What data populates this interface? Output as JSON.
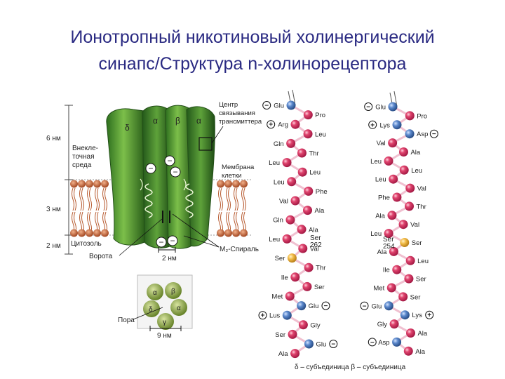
{
  "slide": {
    "title_line1": "Ионотропный никотиновый холинергический",
    "title_line2": "синапс/Структура n-холинорецептора"
  },
  "receptor_figure": {
    "scale_labels": [
      "6 нм",
      "3 нм",
      "2 нм"
    ],
    "region_labels": [
      "Внекле-",
      "точная",
      "среда",
      "Цитозоль",
      "Ворота"
    ],
    "right_labels": [
      "Центр",
      "связывания",
      "трансмиттера",
      "Мембрана",
      "клетки",
      "M₂-Спираль"
    ],
    "subunit_labels": [
      "δ",
      "α",
      "β",
      "α"
    ],
    "width_label": "2 нм"
  },
  "pore_figure": {
    "label": "Пора",
    "width_label": "9 нм",
    "subunits": [
      "α",
      "β",
      "δ",
      "α",
      "γ"
    ]
  },
  "chains": {
    "delta": [
      {
        "name": "Glu",
        "charge": "−",
        "color": "#3a6fb8"
      },
      {
        "name": "Pro"
      },
      {
        "name": "Arg",
        "charge": "+"
      },
      {
        "name": "Leu"
      },
      {
        "name": "Gln"
      },
      {
        "name": "Thr"
      },
      {
        "name": "Leu"
      },
      {
        "name": "Leu"
      },
      {
        "name": "Leu"
      },
      {
        "name": "Phe"
      },
      {
        "name": "Val"
      },
      {
        "name": "Ala"
      },
      {
        "name": "Gln"
      },
      {
        "name": "Ala"
      },
      {
        "name": "Leu"
      },
      {
        "name": "Val"
      },
      {
        "name": "Ser",
        "color": "#f0b43c"
      },
      {
        "name": "Thr"
      },
      {
        "name": "Ile"
      },
      {
        "name": "Ser"
      },
      {
        "name": "Met"
      },
      {
        "name": "Glu",
        "charge": "−",
        "color": "#3a6fb8"
      },
      {
        "name": "Lus",
        "charge": "+",
        "color": "#3a6fb8"
      },
      {
        "name": "Gly"
      },
      {
        "name": "Ser"
      },
      {
        "name": "Glu",
        "charge": "−",
        "color": "#3a6fb8"
      },
      {
        "name": "Ala"
      }
    ],
    "beta": [
      {
        "name": "Glu",
        "charge": "−",
        "color": "#3a6fb8"
      },
      {
        "name": "Pro"
      },
      {
        "name": "Lys",
        "charge": "+",
        "color": "#3a6fb8"
      },
      {
        "name": "Asp",
        "charge": "−",
        "color": "#3a6fb8"
      },
      {
        "name": "Val"
      },
      {
        "name": "Ala"
      },
      {
        "name": "Leu"
      },
      {
        "name": "Leu"
      },
      {
        "name": "Leu"
      },
      {
        "name": "Val"
      },
      {
        "name": "Phe"
      },
      {
        "name": "Thr"
      },
      {
        "name": "Ala"
      },
      {
        "name": "Val"
      },
      {
        "name": "Leu"
      },
      {
        "name": "Ser",
        "color": "#f0b43c"
      },
      {
        "name": "Ala"
      },
      {
        "name": "Leu"
      },
      {
        "name": "Ile"
      },
      {
        "name": "Ser"
      },
      {
        "name": "Met"
      },
      {
        "name": "Ser"
      },
      {
        "name": "Glu",
        "charge": "−",
        "color": "#3a6fb8"
      },
      {
        "name": "Lys",
        "charge": "+",
        "color": "#3a6fb8"
      },
      {
        "name": "Gly"
      },
      {
        "name": "Ala"
      },
      {
        "name": "Asp",
        "charge": "−",
        "color": "#3a6fb8"
      },
      {
        "name": "Ala"
      }
    ],
    "ser_labels": [
      "Ser",
      "262",
      "Ser",
      "254"
    ],
    "caption": "δ – субъединица β – субъединица"
  },
  "colors": {
    "title": "#2a2a82",
    "bead_default": "#d8265a",
    "bead_blue": "#3a6fb8",
    "bead_gold": "#f0b43c",
    "receptor_green": "#3f8a2c",
    "lipid_brown": "#b5562a"
  }
}
